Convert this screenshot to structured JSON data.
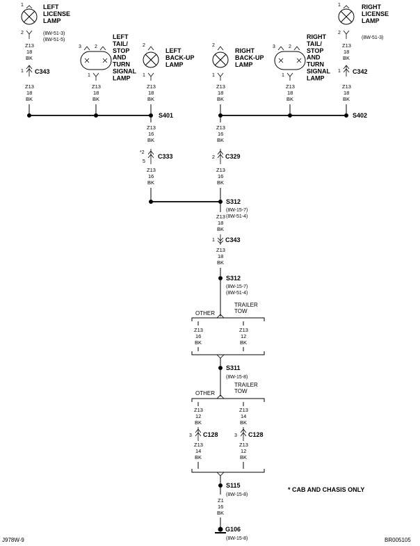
{
  "lamps": {
    "left_license": {
      "label": "LEFT\nLICENSE\nLAMP",
      "refs": [
        "(8W-51-3)",
        "(8W-51-5)"
      ]
    },
    "left_tail": {
      "label": "LEFT\nTAIL/\nSTOP\nAND\nTURN\nSIGNAL\nLAMP"
    },
    "left_backup": {
      "label": "LEFT\nBACK-UP\nLAMP"
    },
    "right_backup": {
      "label": "RIGHT\nBACK-UP\nLAMP"
    },
    "right_tail": {
      "label": "RIGHT\nTAIL/\nSTOP\nAND\nTURN\nSIGNAL\nLAMP"
    },
    "right_license": {
      "label": "RIGHT\nLICENSE\nLAMP",
      "refs": [
        "(8W-51-3)"
      ]
    }
  },
  "wire": {
    "z13": "Z13",
    "z1": "Z1",
    "g18": "18",
    "g16": "16",
    "g12": "12",
    "g14": "14",
    "bk": "BK"
  },
  "pins": {
    "p1": "1",
    "p2": "2",
    "p3": "3",
    "p5": "5",
    "p2star": "*2"
  },
  "connectors": {
    "c343": "C343",
    "c342": "C342",
    "c333": "C333",
    "c329": "C329",
    "c128": "C128"
  },
  "splices": {
    "s401": "S401",
    "s402": "S402",
    "s312": "S312",
    "s311": "S311",
    "s115": "S115"
  },
  "grounds": {
    "g106": "G106"
  },
  "refs": {
    "r15_7": "(8W-15-7)",
    "r51_4": "(8W-51-4)",
    "r15_8": "(8W-15-8)"
  },
  "options": {
    "other": "OTHER",
    "trailer_tow": "TRAILER\nTOW"
  },
  "note": "* CAB AND CHASIS ONLY",
  "codes": {
    "left": "J978W-9",
    "right": "BR005105"
  },
  "colors": {
    "ink": "#000000",
    "paper": "#ffffff"
  }
}
